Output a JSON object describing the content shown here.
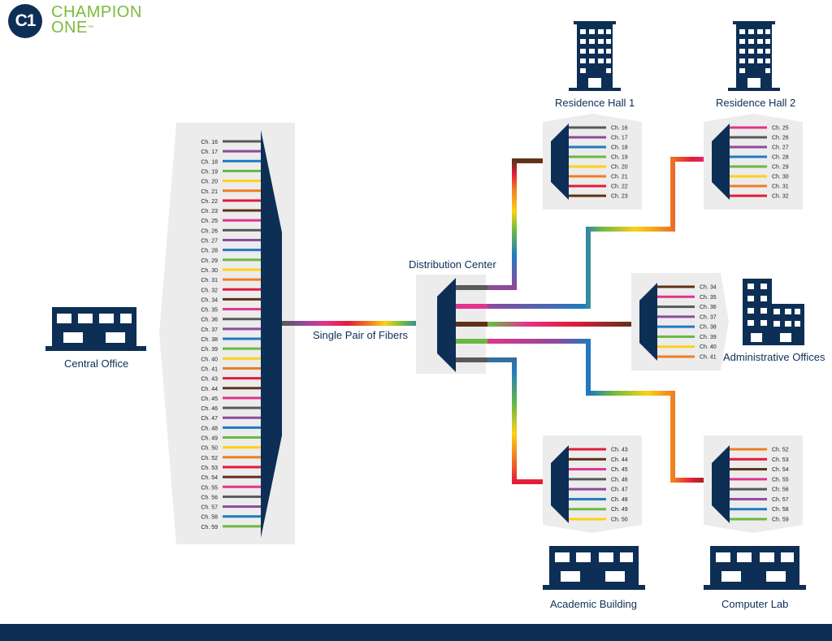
{
  "brand": {
    "badge": "C1",
    "line1": "CHAMPION",
    "line2": "ONE",
    "tm": "™",
    "primary_color": "#0d2f56",
    "accent_color": "#7cba3c"
  },
  "labels": {
    "central_office": "Central Office",
    "fiber_link": "Single Pair of Fibers",
    "distribution_center": "Distribution Center",
    "residence_hall_1": "Residence Hall 1",
    "residence_hall_2": "Residence Hall 2",
    "administrative_offices": "Administrative Offices",
    "academic_building": "Academic Building",
    "computer_lab": "Computer Lab"
  },
  "fiber_colors": {
    "gray": "#58595b",
    "purple": "#8e4a9c",
    "blue": "#1f7ac1",
    "green": "#6ab843",
    "yellow": "#fcd116",
    "orange": "#ef7d22",
    "red": "#e31b3a",
    "brown": "#5e3217",
    "pink": "#e2338d"
  },
  "central_channels": [
    {
      "label": "Ch. 16",
      "color": "gray"
    },
    {
      "label": "Ch. 17",
      "color": "purple"
    },
    {
      "label": "Ch. 18",
      "color": "blue"
    },
    {
      "label": "Ch. 19",
      "color": "green"
    },
    {
      "label": "Ch. 20",
      "color": "yellow"
    },
    {
      "label": "Ch. 21",
      "color": "orange"
    },
    {
      "label": "Ch. 22",
      "color": "red"
    },
    {
      "label": "Ch. 23",
      "color": "brown"
    },
    {
      "label": "Ch. 25",
      "color": "pink"
    },
    {
      "label": "Ch. 26",
      "color": "gray"
    },
    {
      "label": "Ch. 27",
      "color": "purple"
    },
    {
      "label": "Ch. 28",
      "color": "blue"
    },
    {
      "label": "Ch. 29",
      "color": "green"
    },
    {
      "label": "Ch. 30",
      "color": "yellow"
    },
    {
      "label": "Ch. 31",
      "color": "orange"
    },
    {
      "label": "Ch. 32",
      "color": "red"
    },
    {
      "label": "Ch. 34",
      "color": "brown"
    },
    {
      "label": "Ch. 35",
      "color": "pink"
    },
    {
      "label": "Ch. 36",
      "color": "gray"
    },
    {
      "label": "Ch. 37",
      "color": "purple"
    },
    {
      "label": "Ch. 38",
      "color": "blue"
    },
    {
      "label": "Ch. 39",
      "color": "green"
    },
    {
      "label": "Ch. 40",
      "color": "yellow"
    },
    {
      "label": "Ch. 41",
      "color": "orange"
    },
    {
      "label": "Ch. 43",
      "color": "red"
    },
    {
      "label": "Ch. 44",
      "color": "brown"
    },
    {
      "label": "Ch. 45",
      "color": "pink"
    },
    {
      "label": "Ch. 46",
      "color": "gray"
    },
    {
      "label": "Ch. 47",
      "color": "purple"
    },
    {
      "label": "Ch. 48",
      "color": "blue"
    },
    {
      "label": "Ch. 49",
      "color": "green"
    },
    {
      "label": "Ch. 50",
      "color": "yellow"
    },
    {
      "label": "Ch. 52",
      "color": "orange"
    },
    {
      "label": "Ch. 53",
      "color": "red"
    },
    {
      "label": "Ch. 54",
      "color": "brown"
    },
    {
      "label": "Ch. 55",
      "color": "pink"
    },
    {
      "label": "Ch. 56",
      "color": "gray"
    },
    {
      "label": "Ch. 57",
      "color": "purple"
    },
    {
      "label": "Ch. 58",
      "color": "blue"
    },
    {
      "label": "Ch. 59",
      "color": "green"
    }
  ],
  "remote_nodes": [
    {
      "id": "residence-hall-1",
      "channels": [
        {
          "label": "Ch. 16",
          "color": "gray"
        },
        {
          "label": "Ch. 17",
          "color": "purple"
        },
        {
          "label": "Ch. 18",
          "color": "blue"
        },
        {
          "label": "Ch. 19",
          "color": "green"
        },
        {
          "label": "Ch. 20",
          "color": "yellow"
        },
        {
          "label": "Ch. 21",
          "color": "orange"
        },
        {
          "label": "Ch. 22",
          "color": "red"
        },
        {
          "label": "Ch. 23",
          "color": "brown"
        }
      ]
    },
    {
      "id": "residence-hall-2",
      "channels": [
        {
          "label": "Ch. 25",
          "color": "pink"
        },
        {
          "label": "Ch. 26",
          "color": "gray"
        },
        {
          "label": "Ch. 27",
          "color": "purple"
        },
        {
          "label": "Ch. 28",
          "color": "blue"
        },
        {
          "label": "Ch. 29",
          "color": "green"
        },
        {
          "label": "Ch. 30",
          "color": "yellow"
        },
        {
          "label": "Ch. 31",
          "color": "orange"
        },
        {
          "label": "Ch. 32",
          "color": "red"
        }
      ]
    },
    {
      "id": "administrative-offices",
      "channels": [
        {
          "label": "Ch. 34",
          "color": "brown"
        },
        {
          "label": "Ch. 35",
          "color": "pink"
        },
        {
          "label": "Ch. 36",
          "color": "gray"
        },
        {
          "label": "Ch. 37",
          "color": "purple"
        },
        {
          "label": "Ch. 38",
          "color": "blue"
        },
        {
          "label": "Ch. 39",
          "color": "green"
        },
        {
          "label": "Ch. 40",
          "color": "yellow"
        },
        {
          "label": "Ch. 41",
          "color": "orange"
        }
      ]
    },
    {
      "id": "academic-building",
      "channels": [
        {
          "label": "Ch. 43",
          "color": "red"
        },
        {
          "label": "Ch. 44",
          "color": "brown"
        },
        {
          "label": "Ch. 45",
          "color": "pink"
        },
        {
          "label": "Ch. 46",
          "color": "gray"
        },
        {
          "label": "Ch. 47",
          "color": "purple"
        },
        {
          "label": "Ch. 48",
          "color": "blue"
        },
        {
          "label": "Ch. 49",
          "color": "green"
        },
        {
          "label": "Ch. 50",
          "color": "yellow"
        }
      ]
    },
    {
      "id": "computer-lab",
      "channels": [
        {
          "label": "Ch. 52",
          "color": "orange"
        },
        {
          "label": "Ch. 53",
          "color": "red"
        },
        {
          "label": "Ch. 54",
          "color": "brown"
        },
        {
          "label": "Ch. 55",
          "color": "pink"
        },
        {
          "label": "Ch. 56",
          "color": "gray"
        },
        {
          "label": "Ch. 57",
          "color": "purple"
        },
        {
          "label": "Ch. 58",
          "color": "blue"
        },
        {
          "label": "Ch. 59",
          "color": "green"
        }
      ]
    }
  ]
}
